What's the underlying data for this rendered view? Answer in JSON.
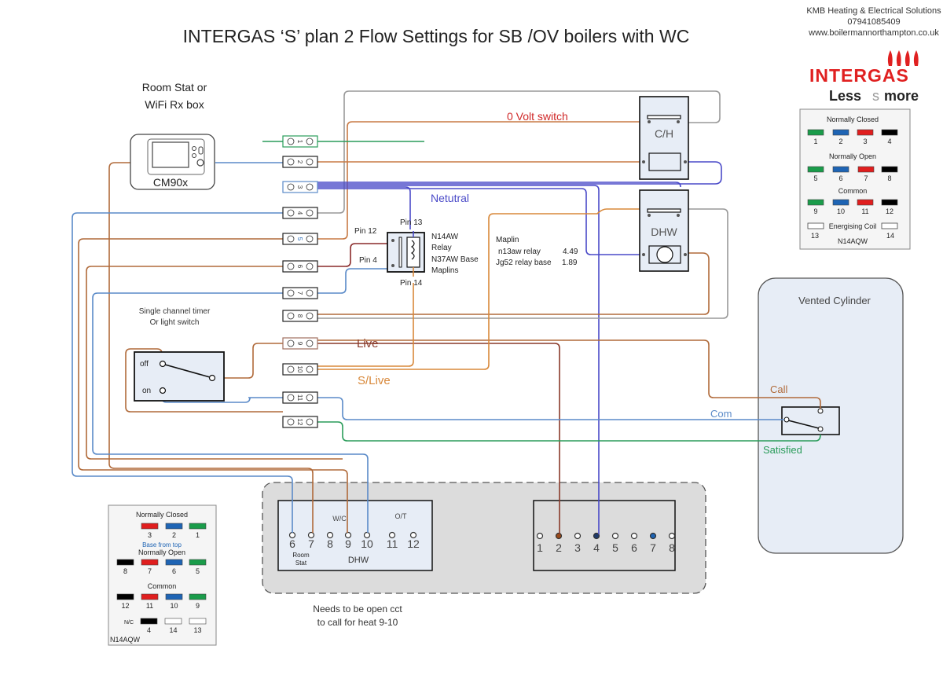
{
  "title": "INTERGAS ‘S’ plan  2 Flow Settings for SB /OV boilers with WC",
  "company": {
    "name": "KMB Heating & Electrical Solutions",
    "phone": "07941085409",
    "website": "www.boilermannorthampton.co.uk",
    "brand": "INTERGAS",
    "tagline_a": "Less",
    "tagline_b": "s",
    "tagline_c": "more",
    "brand_color": "#e02020"
  },
  "room_stat": {
    "heading_line1": "Room Stat or",
    "heading_line2": "WiFi Rx box",
    "model": "CM90x"
  },
  "timer": {
    "heading_line1": "Single channel timer",
    "heading_line2": "Or light switch",
    "off_label": "off",
    "on_label": "on"
  },
  "terminal_block": {
    "terminals": [
      "1",
      "2",
      "3",
      "4",
      "5",
      "6",
      "7",
      "8",
      "9",
      "10",
      "11",
      "12"
    ]
  },
  "relay": {
    "pin13": "Pin 13",
    "pin12": "Pin 12",
    "pin4": "Pin 4",
    "pin14": "Pin 14",
    "desc_line1": "N14AW",
    "desc_line2": "Relay",
    "desc_line3": "N37AW Base",
    "desc_line4": "Maplins"
  },
  "maplin_note": {
    "line1": "Maplin",
    "item1": "n13aw relay",
    "price1": "4.49",
    "item2": "Jg52 relay base",
    "price2": "1.89"
  },
  "wire_labels": {
    "zero_volt": "0 Volt switch",
    "neutral": "Netutral",
    "live": "Live",
    "slive": "S/Live",
    "call": "Call",
    "com": "Com",
    "satisfied": "Satisfied"
  },
  "zone_valves": {
    "ch_label": "C/H",
    "dhw_label": "DHW"
  },
  "cylinder": {
    "label": "Vented Cylinder"
  },
  "boiler": {
    "left_terminals": [
      "6",
      "7",
      "8",
      "9",
      "10",
      "11",
      "12"
    ],
    "wc_label": "W/C",
    "ot_label": "O/T",
    "room_stat_line1": "Room",
    "room_stat_line2": "Stat",
    "dhw_label": "DHW",
    "right_terminals": [
      "1",
      "2",
      "3",
      "4",
      "5",
      "6",
      "7",
      "8"
    ],
    "note_line1": "Needs to be open cct",
    "note_line2": "to call for heat  9-10"
  },
  "legend_top": {
    "nc_title": "Normally Closed",
    "nc": [
      {
        "n": "1",
        "c": "#1a9c4a"
      },
      {
        "n": "2",
        "c": "#1e64b4"
      },
      {
        "n": "3",
        "c": "#e01e1e"
      },
      {
        "n": "4",
        "c": "#000000"
      }
    ],
    "no_title": "Normally Open",
    "no": [
      {
        "n": "5",
        "c": "#1a9c4a"
      },
      {
        "n": "6",
        "c": "#1e64b4"
      },
      {
        "n": "7",
        "c": "#e01e1e"
      },
      {
        "n": "8",
        "c": "#000000"
      }
    ],
    "com_title": "Common",
    "com": [
      {
        "n": "9",
        "c": "#1a9c4a"
      },
      {
        "n": "10",
        "c": "#1e64b4"
      },
      {
        "n": "11",
        "c": "#e01e1e"
      },
      {
        "n": "12",
        "c": "#000000"
      }
    ],
    "coil_label": "Energising Coil",
    "coil_left": "13",
    "coil_right": "14",
    "model": "N14AQW"
  },
  "legend_bottom": {
    "nc_title": "Normally Closed",
    "nc": [
      {
        "n": "3",
        "c": "#e01e1e"
      },
      {
        "n": "2",
        "c": "#1e64b4"
      },
      {
        "n": "1",
        "c": "#1a9c4a"
      }
    ],
    "base_note": "Base from top",
    "no_title": "Normally Open",
    "no": [
      {
        "n": "8",
        "c": "#000000"
      },
      {
        "n": "7",
        "c": "#e01e1e"
      },
      {
        "n": "6",
        "c": "#1e64b4"
      },
      {
        "n": "5",
        "c": "#1a9c4a"
      }
    ],
    "com_title": "Common",
    "com": [
      {
        "n": "12",
        "c": "#000000"
      },
      {
        "n": "11",
        "c": "#e01e1e"
      },
      {
        "n": "10",
        "c": "#1e64b4"
      },
      {
        "n": "9",
        "c": "#1a9c4a"
      }
    ],
    "nc_small": "N/C",
    "last": [
      {
        "n": "4",
        "c": "#000000"
      },
      {
        "n": "14",
        "c": "#ffffff"
      },
      {
        "n": "13",
        "c": "#ffffff"
      }
    ],
    "model": "N14AQW"
  }
}
